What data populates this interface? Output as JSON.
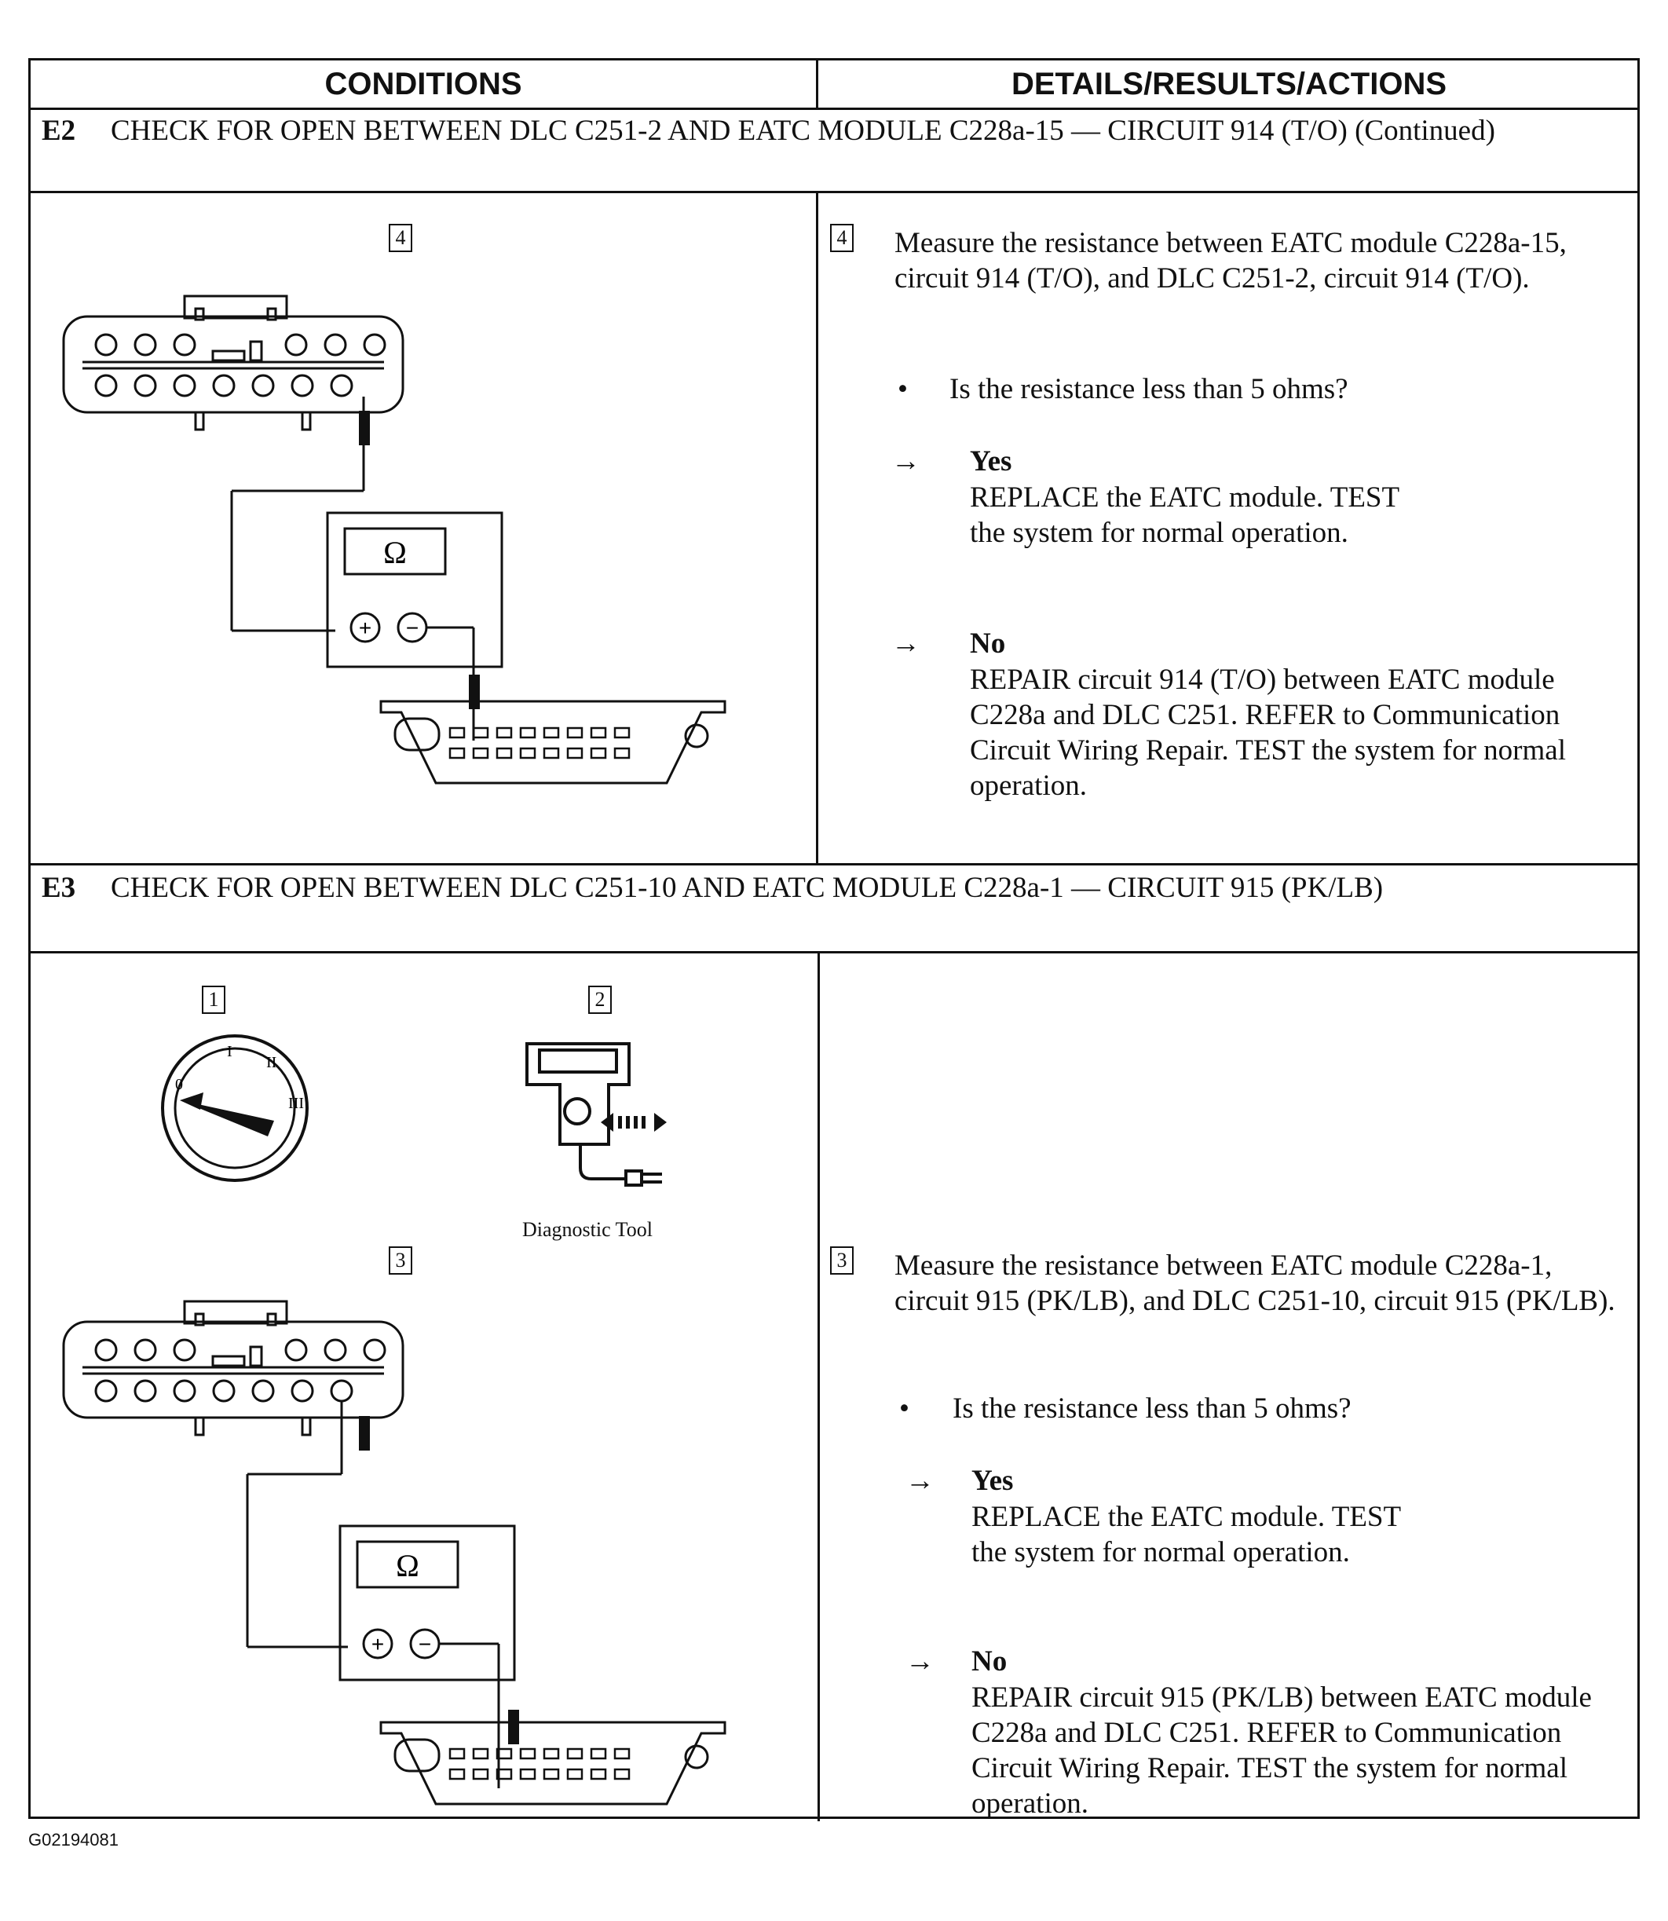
{
  "header": {
    "conditions": "CONDITIONS",
    "details": "DETAILS/RESULTS/ACTIONS"
  },
  "e2": {
    "id": "E2",
    "title": "CHECK FOR OPEN BETWEEN DLC C251-2 AND EATC MODULE C228a-15 — CIRCUIT 914 (T/O) (Continued)",
    "step_num": "4",
    "instruction": "Measure the resistance between EATC module C228a-15, circuit 914 (T/O), and DLC C251-2, circuit 914 (T/O).",
    "bullet": "Is the resistance less than 5 ohms?",
    "yes_label": "Yes",
    "yes_action": "REPLACE the EATC module. TEST the system for normal operation.",
    "no_label": "No",
    "no_action": "REPAIR circuit 914 (T/O) between EATC module C228a and DLC C251. REFER to Communication Circuit Wiring Repair. TEST the system for normal operation."
  },
  "e3": {
    "id": "E3",
    "title": "CHECK FOR OPEN BETWEEN DLC C251-10 AND EATC MODULE C228a-1 — CIRCUIT 915 (PK/LB)",
    "step1_num": "1",
    "step2_num": "2",
    "diag_caption": "Diagnostic Tool",
    "step3_num": "3",
    "instruction": "Measure the resistance between EATC module C228a-1, circuit 915 (PK/LB), and DLC C251-10, circuit 915 (PK/LB).",
    "bullet": "Is the resistance less than 5 ohms?",
    "yes_label": "Yes",
    "yes_action": "REPLACE the EATC module. TEST the system for normal operation.",
    "no_label": "No",
    "no_action": "REPAIR circuit 915 (PK/LB) between EATC module C228a and DLC C251. REFER to Communication Circuit Wiring Repair. TEST the system for normal operation."
  },
  "symbols": {
    "ohm": "Ω",
    "plus": "+",
    "minus": "−",
    "arrow": "→",
    "bullet": "•",
    "key_o": "0",
    "key_i": "I",
    "key_ii": "II",
    "key_iii": "III"
  },
  "figure_id": "G02194081"
}
